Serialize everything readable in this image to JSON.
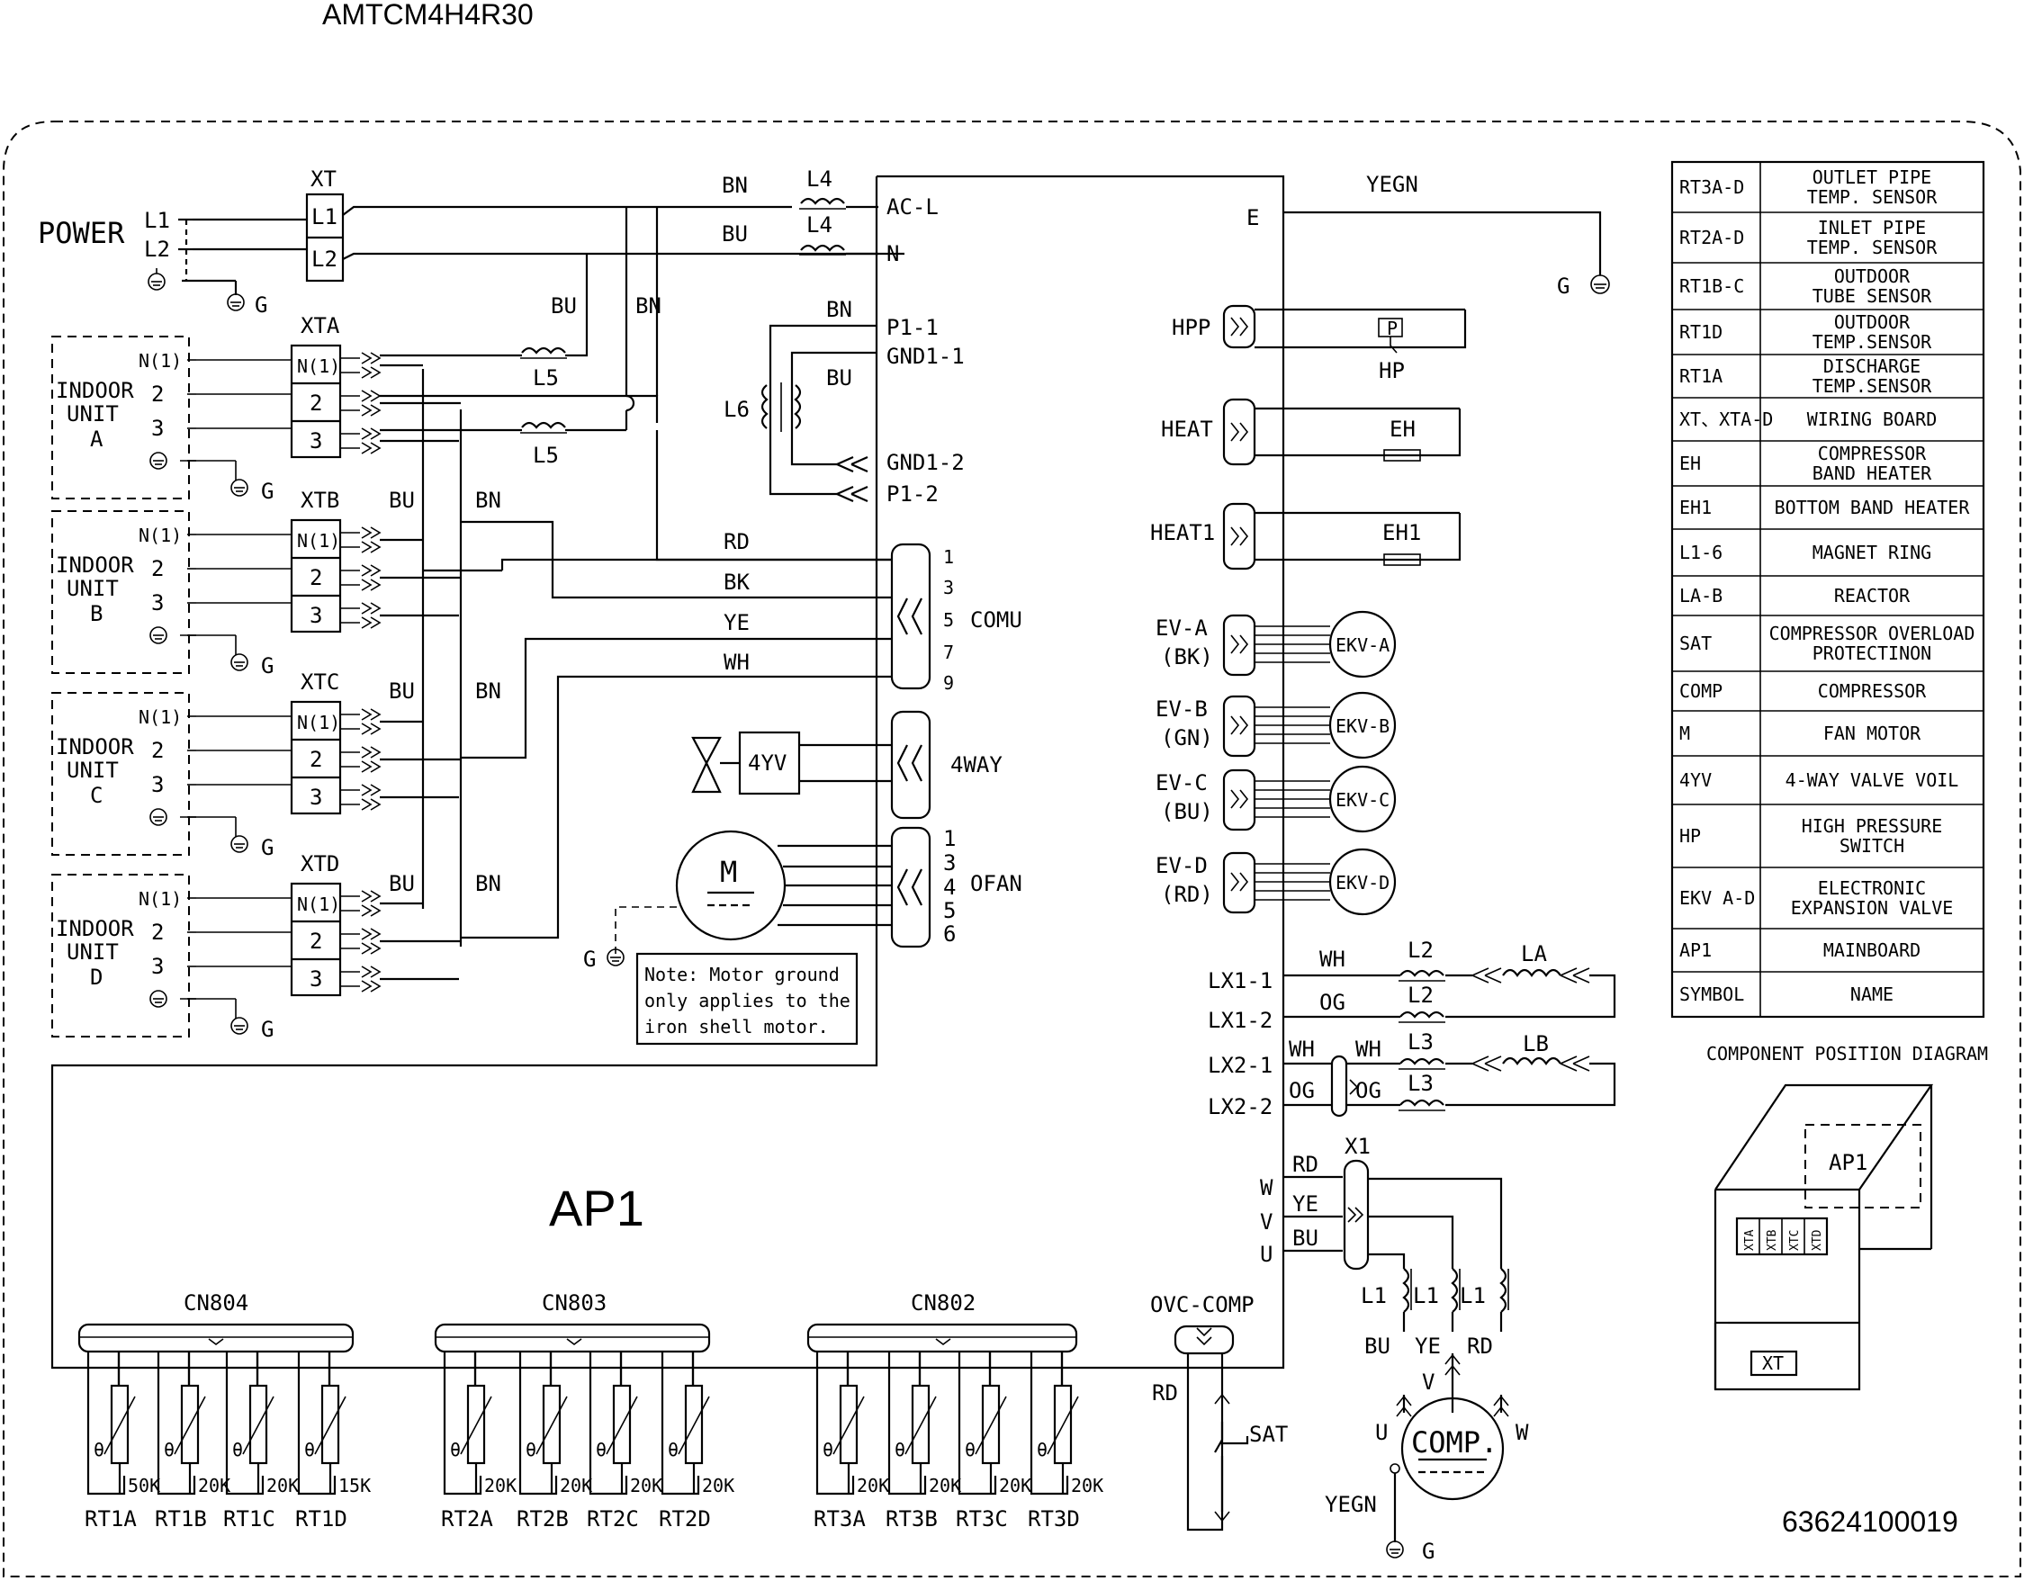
{
  "model": "AMTCM4H4R30",
  "code": "63624100019",
  "board_name": "AP1",
  "power": {
    "label": "POWER",
    "l1": "L1",
    "l2": "L2",
    "xt": "XT",
    "xt_l1": "L1",
    "xt_l2": "L2",
    "ground": "G"
  },
  "wires": {
    "bn": "BN",
    "bu": "BU",
    "rd": "RD",
    "bk": "BK",
    "ye": "YE",
    "wh": "WH",
    "og": "OG",
    "yegn": "YEGN"
  },
  "mainboard_pins": {
    "acl": "AC-L",
    "n": "N",
    "e": "E",
    "p1_1": "P1-1",
    "gnd1_1": "GND1-1",
    "gnd1_2": "GND1-2",
    "p1_2": "P1-2"
  },
  "magnet_rings": {
    "l4": "L4",
    "l5": "L5",
    "l6": "L6"
  },
  "indoor_units": [
    {
      "line1": "INDOOR",
      "line2": "UNIT",
      "line3": "A",
      "board": "XTA"
    },
    {
      "line1": "INDOOR",
      "line2": "UNIT",
      "line3": "B",
      "board": "XTB"
    },
    {
      "line1": "INDOOR",
      "line2": "UNIT",
      "line3": "C",
      "board": "XTC"
    },
    {
      "line1": "INDOOR",
      "line2": "UNIT",
      "line3": "D",
      "board": "XTD"
    }
  ],
  "terminals": {
    "n1": "N(1)",
    "t2": "2",
    "t3": "3"
  },
  "comu": {
    "label": "COMU",
    "pins": [
      "1",
      "3",
      "5",
      "7",
      "9"
    ]
  },
  "fourway": {
    "label": "4WAY",
    "valve": "4YV"
  },
  "ofan": {
    "label": "OFAN",
    "pins": [
      "1",
      "3",
      "4",
      "5",
      "6"
    ],
    "motor": "M"
  },
  "note": {
    "line1": "Note: Motor ground",
    "line2": "only applies to the",
    "line3": "iron shell motor."
  },
  "right_connectors": {
    "hpp": "HPP",
    "hp": "HP",
    "hp_symbol": "P",
    "heat": "HEAT",
    "eh": "EH",
    "heat1": "HEAT1",
    "eh1": "EH1"
  },
  "expansion_valves": [
    {
      "conn": "EV-A",
      "color": "(BK)",
      "valve": "EKV-A"
    },
    {
      "conn": "EV-B",
      "color": "(GN)",
      "valve": "EKV-B"
    },
    {
      "conn": "EV-C",
      "color": "(BU)",
      "valve": "EKV-C"
    },
    {
      "conn": "EV-D",
      "color": "(RD)",
      "valve": "EKV-D"
    }
  ],
  "reactors": {
    "lx1_1": "LX1-1",
    "lx1_2": "LX1-2",
    "lx2_1": "LX2-1",
    "lx2_2": "LX2-2",
    "l2": "L2",
    "l3": "L3",
    "la": "LA",
    "lb": "LB"
  },
  "compressor": {
    "x1": "X1",
    "w": "W",
    "v": "V",
    "u": "U",
    "l1": "L1",
    "comp": "COMP.",
    "sat": "SAT",
    "ovc": "OVC-COMP"
  },
  "sensor_groups": [
    {
      "conn": "CN804",
      "sensors": [
        {
          "name": "RT1A",
          "value": "50K"
        },
        {
          "name": "RT1B",
          "value": "20K"
        },
        {
          "name": "RT1C",
          "value": "20K"
        },
        {
          "name": "RT1D",
          "value": "15K"
        }
      ]
    },
    {
      "conn": "CN803",
      "sensors": [
        {
          "name": "RT2A",
          "value": "20K"
        },
        {
          "name": "RT2B",
          "value": "20K"
        },
        {
          "name": "RT2C",
          "value": "20K"
        },
        {
          "name": "RT2D",
          "value": "20K"
        }
      ]
    },
    {
      "conn": "CN802",
      "sensors": [
        {
          "name": "RT3A",
          "value": "20K"
        },
        {
          "name": "RT3B",
          "value": "20K"
        },
        {
          "name": "RT3C",
          "value": "20K"
        },
        {
          "name": "RT3D",
          "value": "20K"
        }
      ]
    }
  ],
  "theta": "θ",
  "legend": [
    {
      "symbol": "RT3A-D",
      "name": [
        "OUTLET PIPE",
        "TEMP. SENSOR"
      ]
    },
    {
      "symbol": "RT2A-D",
      "name": [
        "INLET PIPE",
        "TEMP. SENSOR"
      ]
    },
    {
      "symbol": "RT1B-C",
      "name": [
        "OUTDOOR",
        "TUBE SENSOR"
      ]
    },
    {
      "symbol": "RT1D",
      "name": [
        "OUTDOOR",
        "TEMP.SENSOR"
      ]
    },
    {
      "symbol": "RT1A",
      "name": [
        "DISCHARGE",
        "TEMP.SENSOR"
      ]
    },
    {
      "symbol": "XT、XTA-D",
      "name": [
        "WIRING BOARD"
      ]
    },
    {
      "symbol": "EH",
      "name": [
        "COMPRESSOR",
        "BAND HEATER"
      ]
    },
    {
      "symbol": "EH1",
      "name": [
        "BOTTOM BAND HEATER"
      ]
    },
    {
      "symbol": "L1-6",
      "name": [
        "MAGNET RING"
      ]
    },
    {
      "symbol": "LA-B",
      "name": [
        "REACTOR"
      ]
    },
    {
      "symbol": "SAT",
      "name": [
        "COMPRESSOR OVERLOAD",
        "PROTECTINON"
      ]
    },
    {
      "symbol": "COMP",
      "name": [
        "COMPRESSOR"
      ]
    },
    {
      "symbol": "M",
      "name": [
        "FAN MOTOR"
      ]
    },
    {
      "symbol": "4YV",
      "name": [
        "4-WAY VALVE VOIL"
      ]
    },
    {
      "symbol": "HP",
      "name": [
        "HIGH PRESSURE",
        "SWITCH"
      ]
    },
    {
      "symbol": "EKV A-D",
      "name": [
        "ELECTRONIC",
        "EXPANSION VALVE"
      ]
    },
    {
      "symbol": "AP1",
      "name": [
        "MAINBOARD"
      ]
    },
    {
      "symbol": "SYMBOL",
      "name": [
        "NAME"
      ]
    }
  ],
  "position_diagram": {
    "title": "COMPONENT POSITION DIAGRAM",
    "ap1": "AP1",
    "xt": "XT",
    "xta": "XTA",
    "xtb": "XTB",
    "xtc": "XTC",
    "xtd": "XTD"
  }
}
